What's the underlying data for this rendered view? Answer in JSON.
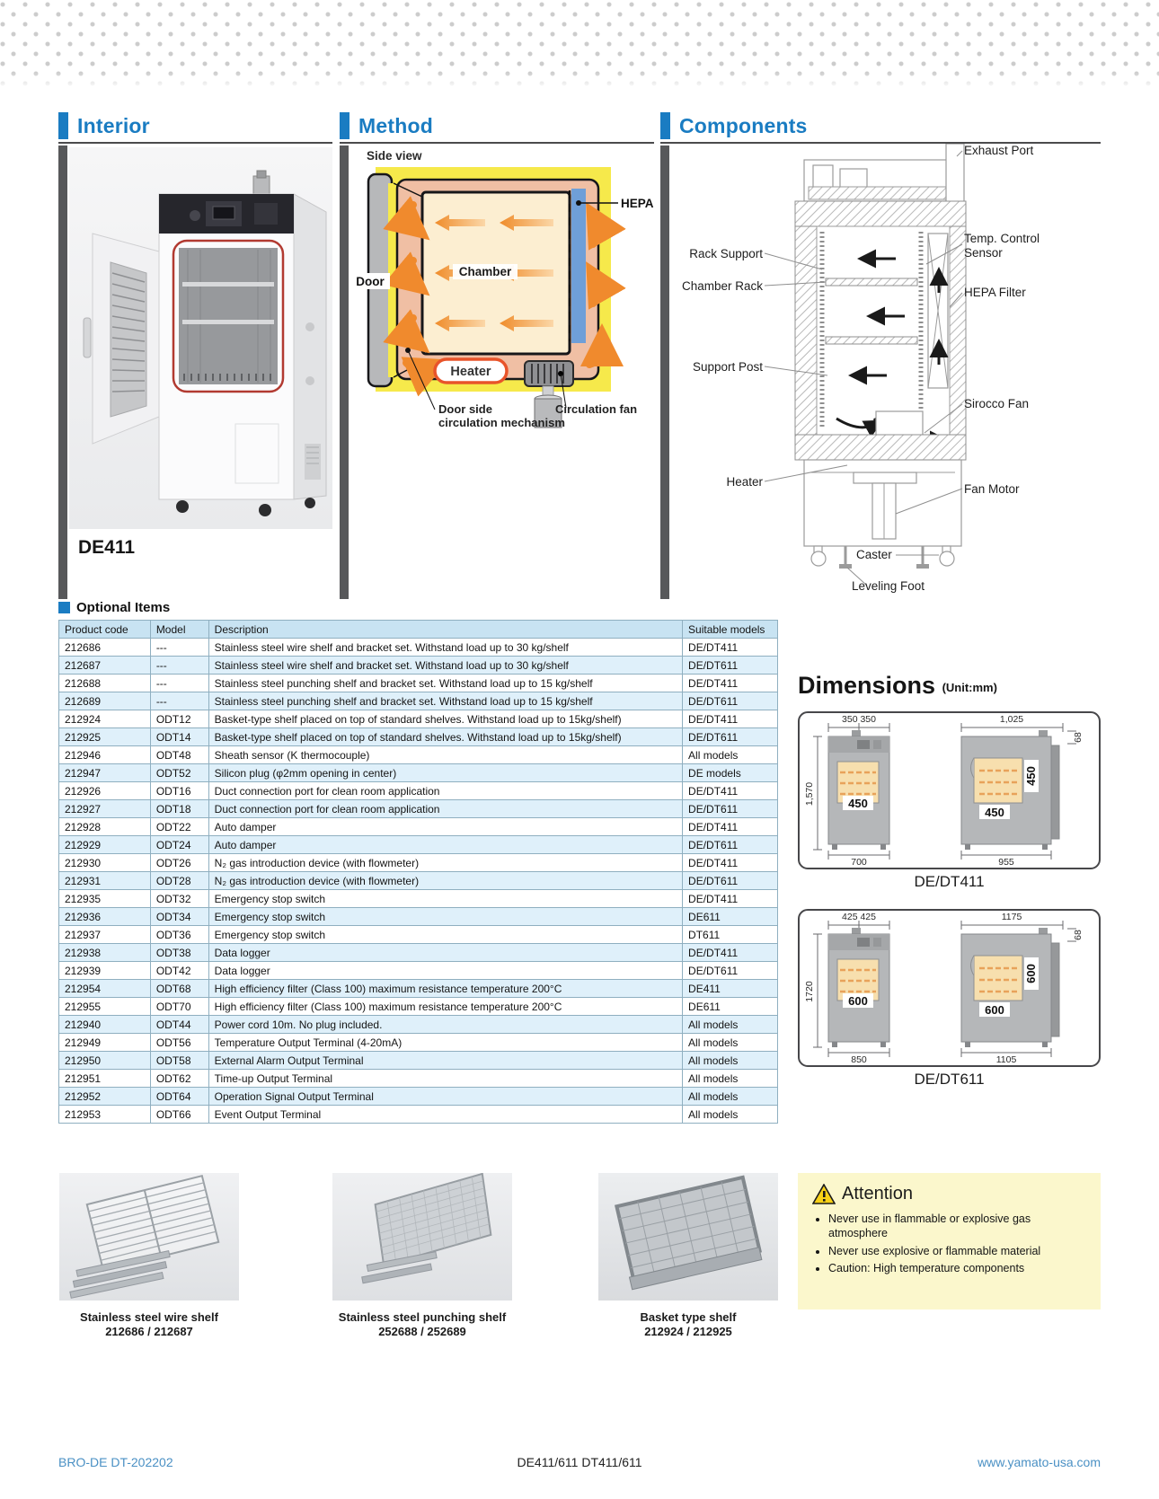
{
  "colors": {
    "accent_blue": "#1a7cc2",
    "section_bar_gray": "#57585a",
    "table_header_bg": "#c8e3f2",
    "table_alt_row_bg": "#dff0fa",
    "attention_bg": "#fbf7cc",
    "method_yellow": "#f6e94b",
    "method_salmon": "#f0bfa4",
    "method_chamber_cream": "#fceed1",
    "method_hepa_blue": "#6f9fd8",
    "arrow_orange": "#f08a2d",
    "gasket_red": "#b23a31",
    "link_blue": "#4a90c4"
  },
  "sections": {
    "interior": {
      "title": "Interior",
      "model_label": "DE411"
    },
    "method": {
      "title": "Method",
      "side_view_label": "Side view",
      "door_label": "Door",
      "chamber_label": "Chamber",
      "heater_label": "Heater",
      "hepa_label": "HEPA",
      "door_side_label_1": "Door side",
      "door_side_label_2": "circulation mechanism",
      "circulation_fan_label": "Circulation fan"
    },
    "components": {
      "title": "Components",
      "labels": {
        "exhaust_port": "Exhaust Port",
        "temp_control_sensor": "Temp. Control Sensor",
        "hepa_filter": "HEPA Filter",
        "sirocco_fan": "Sirocco Fan",
        "fan_motor": "Fan Motor",
        "rack_support": "Rack Support",
        "chamber_rack": "Chamber Rack",
        "support_post": "Support Post",
        "heater": "Heater",
        "caster": "Caster",
        "leveling_foot": "Leveling Foot"
      }
    }
  },
  "optional_items": {
    "title": "Optional Items",
    "columns": [
      "Product code",
      "Model",
      "Description",
      "Suitable models"
    ],
    "rows": [
      [
        "212686",
        "---",
        "Stainless steel wire shelf and bracket set. Withstand load up to 30 kg/shelf",
        "DE/DT411"
      ],
      [
        "212687",
        "---",
        "Stainless steel wire shelf and bracket set. Withstand load up to 30 kg/shelf",
        "DE/DT611"
      ],
      [
        "212688",
        "---",
        "Stainless steel punching shelf and bracket set. Withstand load up to 15 kg/shelf",
        "DE/DT411"
      ],
      [
        "212689",
        "---",
        "Stainless steel punching shelf and bracket set. Withstand load up to 15 kg/shelf",
        "DE/DT611"
      ],
      [
        "212924",
        "ODT12",
        "Basket-type shelf placed on top of standard shelves. Withstand load up to 15kg/shelf)",
        "DE/DT411"
      ],
      [
        "212925",
        "ODT14",
        "Basket-type shelf placed on top of standard shelves. Withstand load up to 15kg/shelf)",
        "DE/DT611"
      ],
      [
        "212946",
        "ODT48",
        "Sheath sensor (K thermocouple)",
        "All models"
      ],
      [
        "212947",
        "ODT52",
        "Silicon plug (φ2mm opening in center)",
        "DE models"
      ],
      [
        "212926",
        "ODT16",
        "Duct connection port for clean room application",
        "DE/DT411"
      ],
      [
        "212927",
        "ODT18",
        "Duct connection port for clean room application",
        "DE/DT611"
      ],
      [
        "212928",
        "ODT22",
        "Auto damper",
        "DE/DT411"
      ],
      [
        "212929",
        "ODT24",
        "Auto damper",
        "DE/DT611"
      ],
      [
        "212930",
        "ODT26",
        "N₂ gas introduction device (with flowmeter)",
        "DE/DT411"
      ],
      [
        "212931",
        "ODT28",
        "N₂ gas introduction device (with flowmeter)",
        "DE/DT611"
      ],
      [
        "212935",
        "ODT32",
        "Emergency stop switch",
        "DE/DT411"
      ],
      [
        "212936",
        "ODT34",
        "Emergency stop switch",
        "DE611"
      ],
      [
        "212937",
        "ODT36",
        "Emergency stop switch",
        "DT611"
      ],
      [
        "212938",
        "ODT38",
        "Data logger",
        "DE/DT411"
      ],
      [
        "212939",
        "ODT42",
        "Data logger",
        "DE/DT611"
      ],
      [
        "212954",
        "ODT68",
        "High efficiency filter (Class 100) maximum resistance temperature 200°C",
        "DE411"
      ],
      [
        "212955",
        "ODT70",
        "High efficiency filter (Class 100) maximum resistance temperature 200°C",
        "DE611"
      ],
      [
        "212940",
        "ODT44",
        "Power cord 10m.  No plug included.",
        "All models"
      ],
      [
        "212949",
        "ODT56",
        "Temperature Output Terminal (4-20mA)",
        "All models"
      ],
      [
        "212950",
        "ODT58",
        "External Alarm Output Terminal",
        "All models"
      ],
      [
        "212951",
        "ODT62",
        "Time-up Output Terminal",
        "All models"
      ],
      [
        "212952",
        "ODT64",
        "Operation Signal Output Terminal",
        "All models"
      ],
      [
        "212953",
        "ODT66",
        "Event Output Terminal",
        "All models"
      ]
    ]
  },
  "dimensions": {
    "title": "Dimensions",
    "unit_label": "(Unit:mm)",
    "models": [
      {
        "caption": "DE/DT411",
        "front_width": "350 350",
        "front_height": "1,570",
        "front_window": "450",
        "front_bottom": "700",
        "side_width": "1,025",
        "side_top": "68",
        "side_window_v": "450",
        "side_window": "450",
        "side_bottom": "955"
      },
      {
        "caption": "DE/DT611",
        "front_width": "425 425",
        "front_height": "1720",
        "front_window": "600",
        "front_bottom": "850",
        "side_width": "1175",
        "side_top": "68",
        "side_window_v": "600",
        "side_window": "600",
        "side_bottom": "1105"
      }
    ]
  },
  "shelves": [
    {
      "caption": "Stainless steel wire shelf",
      "codes": "212686 / 212687"
    },
    {
      "caption": "Stainless steel punching shelf",
      "codes": "252688 / 252689"
    },
    {
      "caption": "Basket type shelf",
      "codes": "212924 / 212925"
    }
  ],
  "attention": {
    "title": "Attention",
    "bullets": [
      "Never use in flammable or explosive gas atmosphere",
      "Never use explosive or flammable material",
      "Caution: High temperature components"
    ]
  },
  "footer": {
    "left": "BRO-DE DT-202202",
    "center": "DE411/611 DT411/611",
    "right": "www.yamato-usa.com"
  }
}
